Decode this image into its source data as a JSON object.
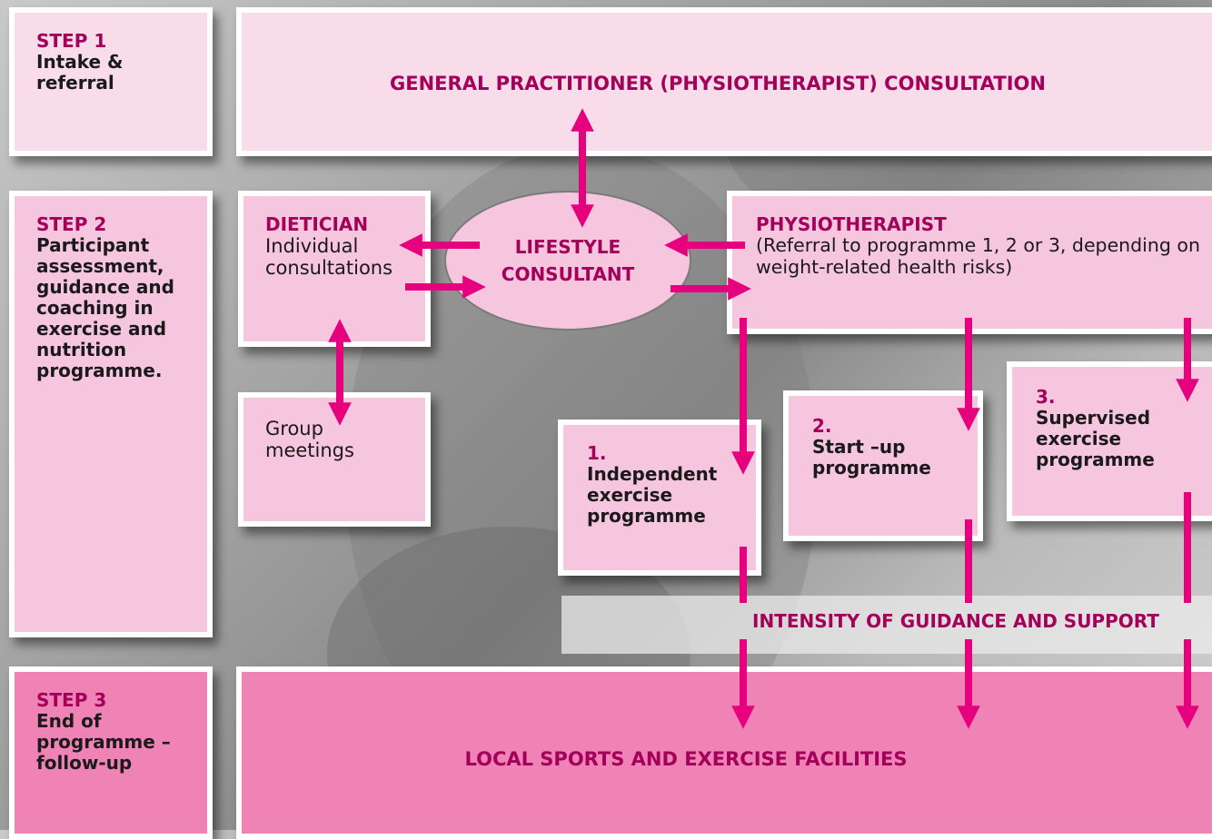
{
  "steps": {
    "s1": {
      "num": "STEP 1",
      "title": "Intake & referral"
    },
    "s2": {
      "num": "STEP 2",
      "title": "Participant assessment, guidance and coaching in exercise and nutrition programme."
    },
    "s3": {
      "num": "STEP 3",
      "title": "End of programme – follow-up"
    }
  },
  "gp": "GENERAL PRACTITIONER (PHYSIOTHERAPIST) CONSULTATION",
  "dietician": {
    "title": "DIETICIAN",
    "text": "Individual consultations"
  },
  "group": {
    "text": "Group meetings"
  },
  "lifestyle": "LIFESTYLE CONSULTANT",
  "physio": {
    "title": "PHYSIOTHERAPIST",
    "text": "(Referral to programme 1, 2 or 3, depending on weight-related health risks)"
  },
  "programmes": [
    {
      "num": "1.",
      "title": "Independent exercise programme"
    },
    {
      "num": "2.",
      "title": "Start –up programme"
    },
    {
      "num": "3.",
      "title": "Supervised exercise programme"
    }
  ],
  "intensity": "INTENSITY OF GUIDANCE AND SUPPORT",
  "facilities": "LOCAL SPORTS AND EXERCISE FACILITIES",
  "colors": {
    "accent": "#a3005a",
    "arrow": "#e6007e",
    "light": "#f9dcea",
    "mid": "#f6c5de",
    "dark": "#f083b6"
  }
}
